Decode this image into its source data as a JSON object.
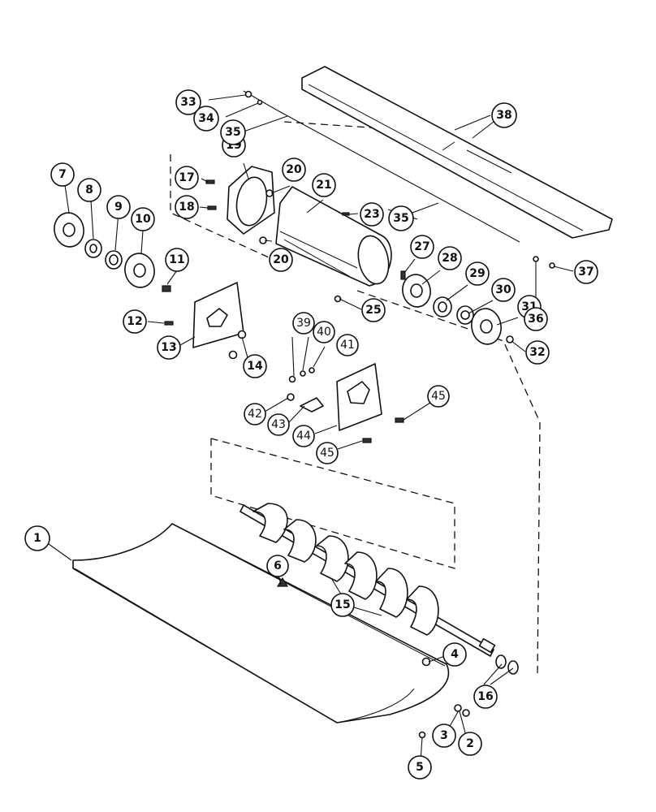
{
  "diagram": {
    "callouts": [
      {
        "label": "1"
      },
      {
        "label": "2"
      },
      {
        "label": "3"
      },
      {
        "label": "4"
      },
      {
        "label": "5"
      },
      {
        "label": "6"
      },
      {
        "label": "7"
      },
      {
        "label": "8"
      },
      {
        "label": "9"
      },
      {
        "label": "10"
      },
      {
        "label": "11"
      },
      {
        "label": "12"
      },
      {
        "label": "13"
      },
      {
        "label": "14"
      },
      {
        "label": "15"
      },
      {
        "label": "16"
      },
      {
        "label": "17"
      },
      {
        "label": "18"
      },
      {
        "label": "19"
      },
      {
        "label": "20"
      },
      {
        "label": "20"
      },
      {
        "label": "21"
      },
      {
        "label": "23"
      },
      {
        "label": "25"
      },
      {
        "label": "27"
      },
      {
        "label": "28"
      },
      {
        "label": "29"
      },
      {
        "label": "30"
      },
      {
        "label": "31"
      },
      {
        "label": "32"
      },
      {
        "label": "33"
      },
      {
        "label": "34"
      },
      {
        "label": "35"
      },
      {
        "label": "35"
      },
      {
        "label": "36"
      },
      {
        "label": "37"
      },
      {
        "label": "38"
      },
      {
        "label": "39"
      },
      {
        "label": "40"
      },
      {
        "label": "41"
      },
      {
        "label": "42"
      },
      {
        "label": "43"
      },
      {
        "label": "44"
      },
      {
        "label": "45"
      },
      {
        "label": "45"
      }
    ]
  }
}
